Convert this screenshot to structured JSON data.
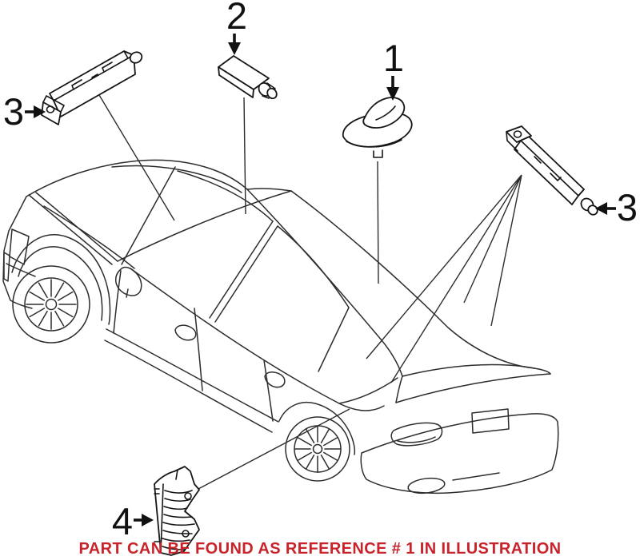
{
  "illustration": {
    "type": "vehicle-antenna-parts-diagram",
    "background_color": "#ffffff",
    "line_color": "#2d2d2d",
    "label_color": "#111111",
    "callouts": {
      "one": "1",
      "two": "2",
      "three_left": "3",
      "three_right": "3",
      "four": "4"
    },
    "parts": [
      {
        "ref": "1",
        "name": "roof-fin-antenna"
      },
      {
        "ref": "2",
        "name": "antenna-amplifier-box"
      },
      {
        "ref": "3",
        "name": "antenna-element-left"
      },
      {
        "ref": "3",
        "name": "antenna-element-right"
      },
      {
        "ref": "4",
        "name": "antenna-bracket"
      }
    ],
    "caption": {
      "text": "PART CAN BE FOUND AS REFERENCE # 1 IN ILLUSTRATION",
      "color": "#c8232a"
    }
  }
}
